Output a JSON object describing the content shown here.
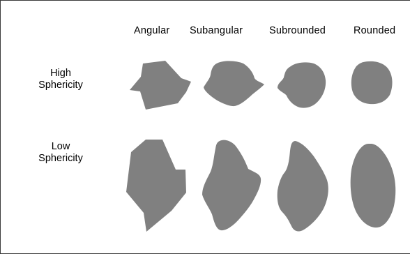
{
  "columns": [
    "Angular",
    "Subangular",
    "Subrounded",
    "Rounded"
  ],
  "rows": [
    {
      "line1": "High",
      "line2": "Sphericity"
    },
    {
      "line1": "Low",
      "line2": "Sphericity"
    }
  ],
  "colors": {
    "grain": "#808080",
    "border": "#3a3a3a",
    "background": "#ffffff"
  }
}
